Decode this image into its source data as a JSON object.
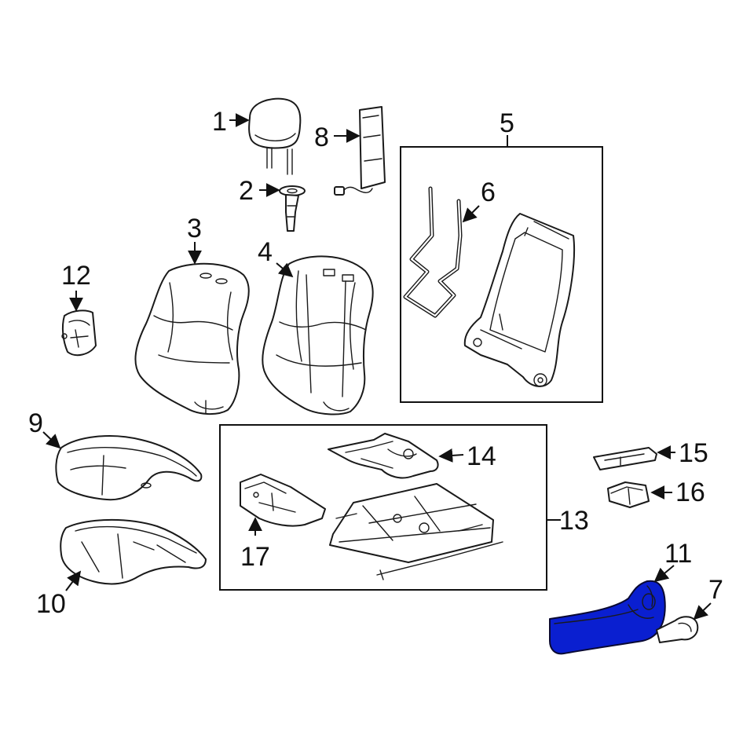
{
  "callouts": {
    "c1": "1",
    "c2": "2",
    "c3": "3",
    "c4": "4",
    "c5": "5",
    "c6": "6",
    "c7": "7",
    "c8": "8",
    "c9": "9",
    "c10": "10",
    "c11": "11",
    "c12": "12",
    "c13": "13",
    "c14": "14",
    "c15": "15",
    "c16": "16",
    "c17": "17"
  },
  "colors": {
    "highlight": "#0a1fd0",
    "line": "#1a1a1a",
    "background": "#ffffff"
  }
}
